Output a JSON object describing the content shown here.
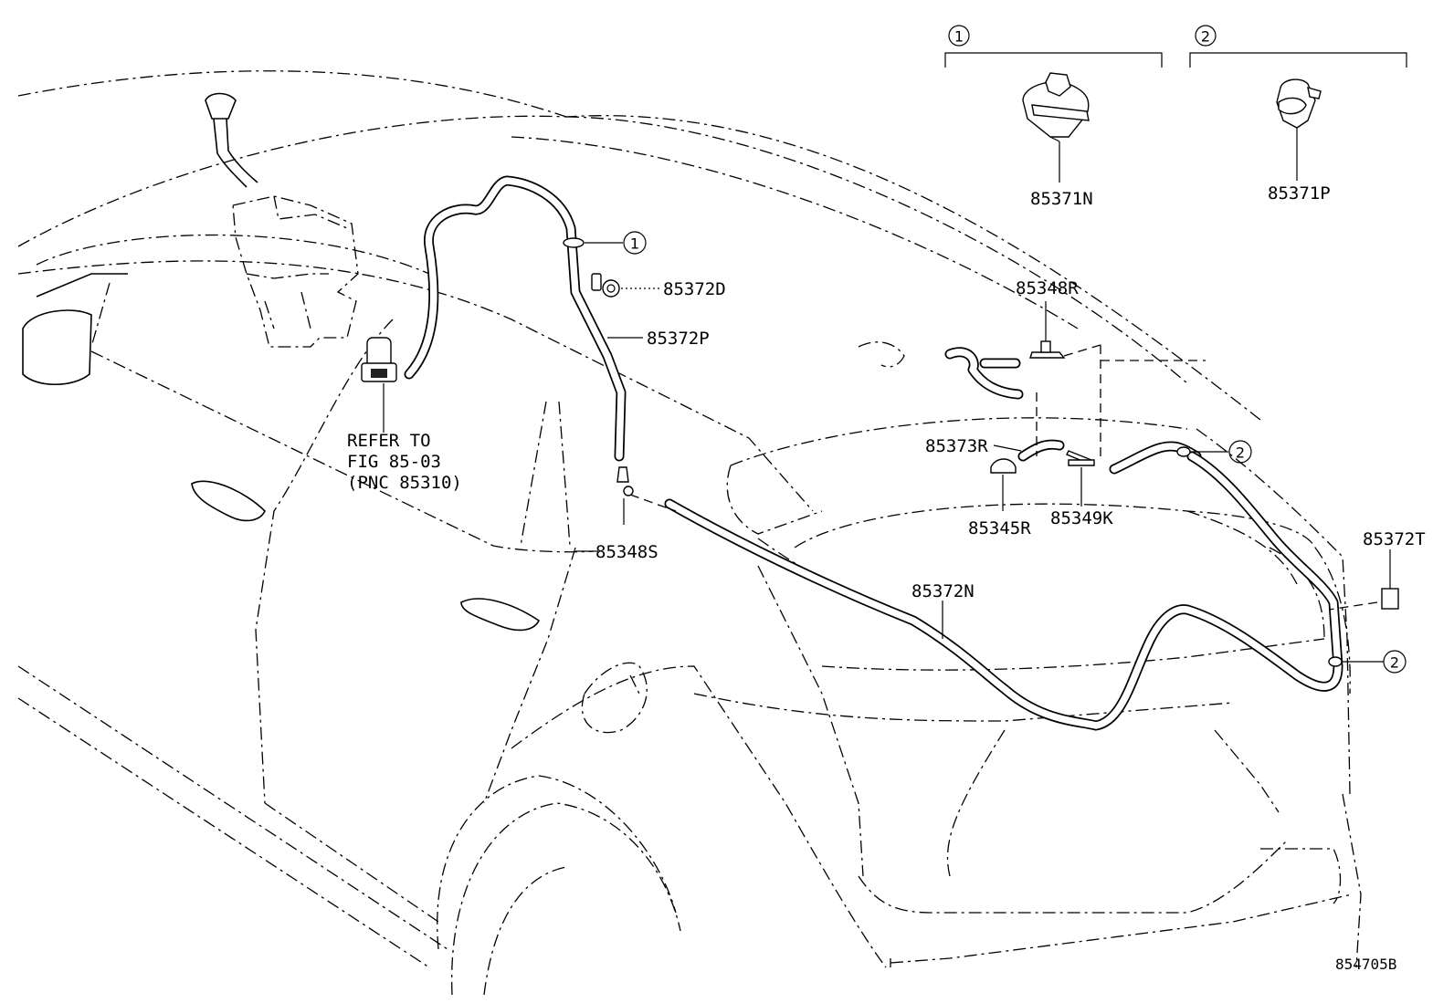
{
  "labels": {
    "p85371N": "85371N",
    "p85371P": "85371P",
    "p85372D": "85372D",
    "p85372P": "85372P",
    "p85348R": "85348R",
    "p85373R": "85373R",
    "p85345R": "85345R",
    "p85349K": "85349K",
    "p85348S": "85348S",
    "p85372N": "85372N",
    "p85372T": "85372T",
    "refer_line1": "REFER TO",
    "refer_line2": "FIG 85-03",
    "refer_line3": "(PNC 85310)",
    "figure_code": "854705B"
  },
  "callouts": {
    "one": "1",
    "two": "2"
  }
}
